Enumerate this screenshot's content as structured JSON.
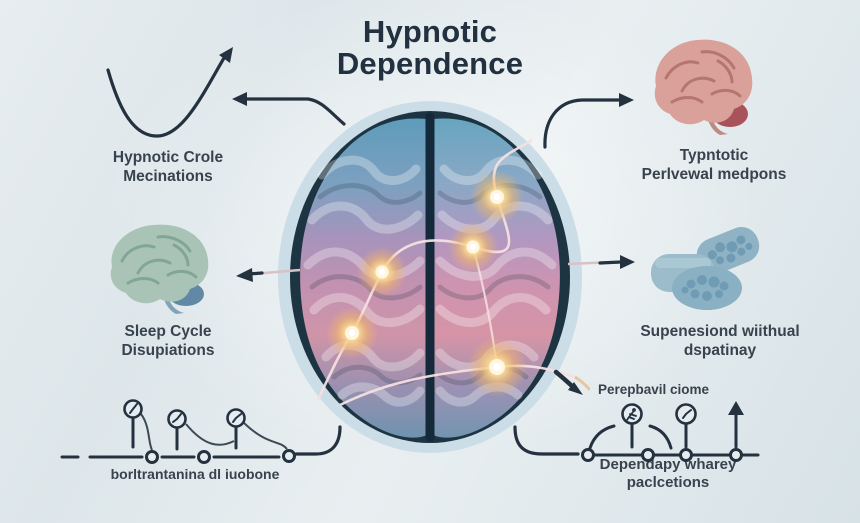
{
  "title": "Hypnotic\nDependence",
  "labels": {
    "top_left": "Hypnotic Crole\nMecinations",
    "mid_left": "Sleep Cycle\nDisupiations",
    "top_right": "Typntotic\nPerlvewal medpons",
    "mid_right": "Supenesiond wiithual\ndspatinay",
    "note_right": "Perepbavil ciome",
    "bottom_left": "borltrantanina dl iuobone",
    "bottom_right": "Dependapy wharey\npaclcetions"
  },
  "icons": {
    "sage_brain": "sage-brain-icon",
    "pink_brain": "pink-brain-icon",
    "pills": "pills-icon",
    "clock": "clock-icon",
    "person": "person-icon",
    "up_arrow": "up-arrow-icon",
    "glow_node": "glow-node"
  },
  "colors": {
    "background": "#e2eaee",
    "title_text": "#223140",
    "label_text": "#39434d",
    "arrow": "#24313f",
    "brain_rim": "#1d3443",
    "brain_blue": "#5e9cbb",
    "brain_pink": "#d094a8",
    "sage_brain": "#a9c4b7",
    "pink_brain": "#d9a19a",
    "pills": "#8fb2c4",
    "glow": "#f8c96d",
    "network_line": "#f6dfe0",
    "beige_line": "#e6c6a0"
  }
}
